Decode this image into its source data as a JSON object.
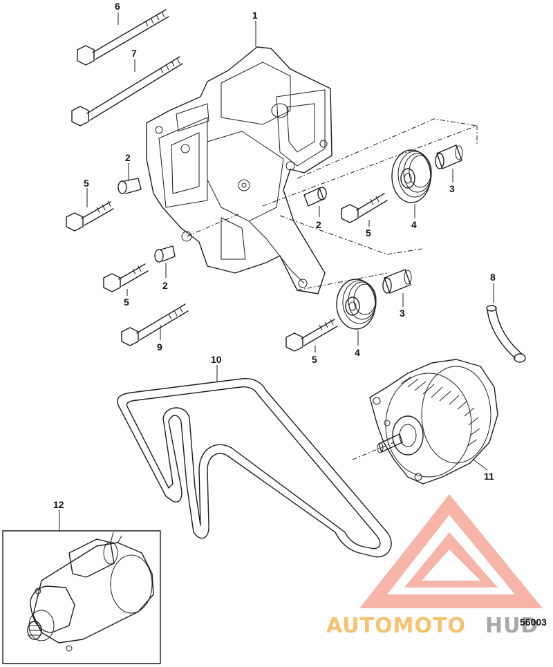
{
  "callouts": {
    "c1": "1",
    "c2a": "2",
    "c2b": "2",
    "c2c": "2",
    "c3a": "3",
    "c3b": "3",
    "c4a": "4",
    "c4b": "4",
    "c5a": "5",
    "c5b": "5",
    "c5c": "5",
    "c5d": "5",
    "c6": "6",
    "c7": "7",
    "c8": "8",
    "c9": "9",
    "c10": "10",
    "c11": "11",
    "c12": "12"
  },
  "figure_number": "56003",
  "watermark": {
    "text_part1": "AUTOMOTO",
    "text_part2": "HUD",
    "color_primary": "#f07b6a",
    "color_secondary": "#f5b85a",
    "color_dark": "#9a9a9a"
  }
}
